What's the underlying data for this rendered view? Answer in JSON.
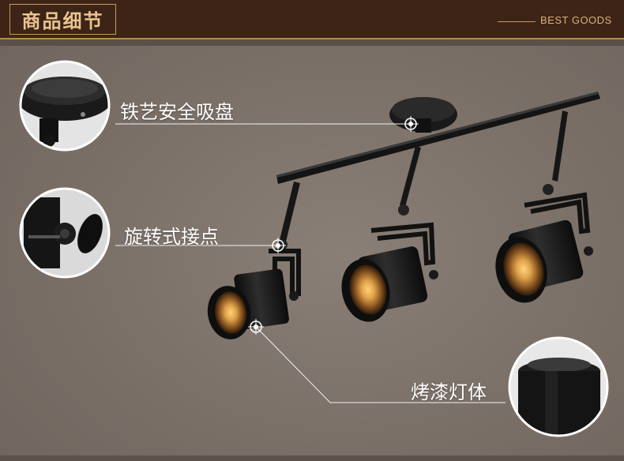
{
  "header": {
    "title": "商品细节",
    "brand": "BEST GOODS"
  },
  "callouts": [
    {
      "label": "铁艺安全吸盘"
    },
    {
      "label": "旋转式接点"
    },
    {
      "label": "烤漆灯体"
    }
  ],
  "colors": {
    "header_bg": "#3d2416",
    "accent_gold": "#c69a5e",
    "title_text": "#e8c48f",
    "background": "#7b7068",
    "lamp_black": "#141414",
    "bulb_glow": "#e0a24a"
  },
  "icons": [
    "ceiling-mount-detail",
    "rotating-joint-detail",
    "painted-lamp-body-detail",
    "crosshair-marker"
  ]
}
